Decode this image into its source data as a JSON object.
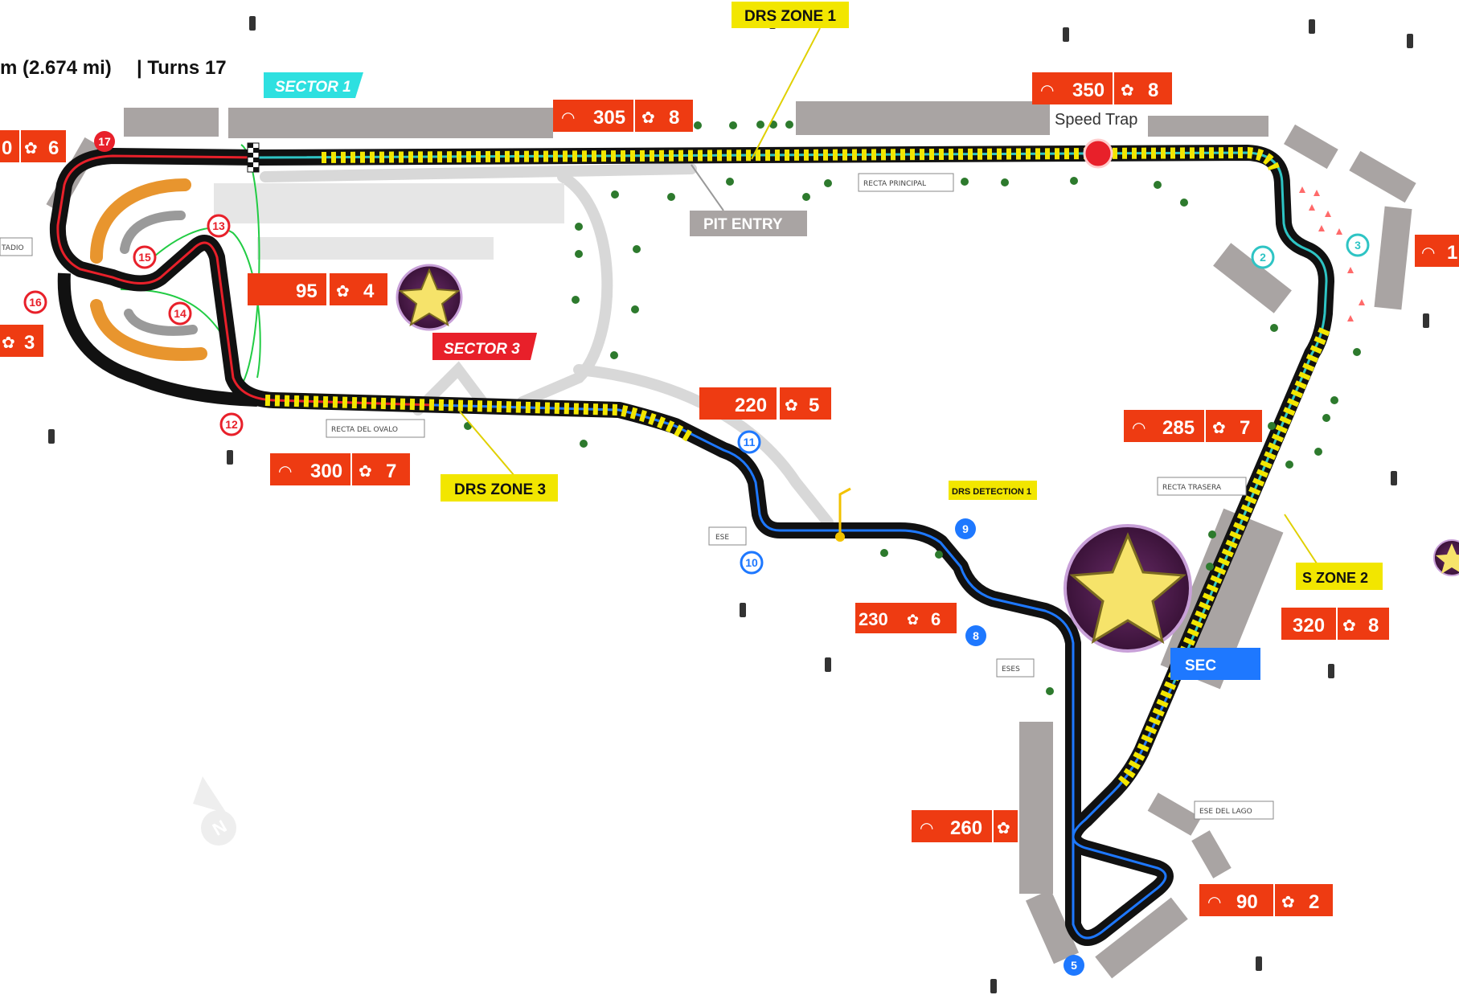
{
  "header": {
    "length_text": "m (2.674 mi)",
    "turns_text": "| Turns 17"
  },
  "sectors": {
    "s1": "SECTOR 1",
    "s2": "SEC",
    "s3": "SECTOR 3"
  },
  "drs": {
    "zone1": "DRS ZONE 1",
    "zone2": "S ZONE 2",
    "zone3": "DRS ZONE 3",
    "detection1": "DRS DETECTION 1"
  },
  "pit_entry": "PIT ENTRY",
  "speed_trap": "Speed Trap",
  "place_labels": {
    "recta_principal": "RECTA PRINCIPAL",
    "recta_ovalo": "RECTA DEL OVALO",
    "recta_trasera": "RECTA TRASERA",
    "ese_lago": "ESE DEL LAGO",
    "ese_a": "ESE",
    "ese_b": "ESES",
    "estadio": "TADIO"
  },
  "speed_boxes": [
    {
      "speed": "305",
      "gear": "8"
    },
    {
      "speed": "350",
      "gear": "8"
    },
    {
      "speed": "95",
      "gear": "4"
    },
    {
      "speed": "220",
      "gear": "5"
    },
    {
      "speed": "285",
      "gear": "7"
    },
    {
      "speed": "300",
      "gear": "7"
    },
    {
      "speed": "320",
      "gear": "8"
    },
    {
      "speed": "230",
      "gear": "6"
    },
    {
      "speed": "260",
      "gear": ""
    },
    {
      "speed": "90",
      "gear": "2"
    },
    {
      "speed": "0",
      "gear": "6"
    },
    {
      "speed": "",
      "gear": "3"
    },
    {
      "speed": "1",
      "gear": ""
    }
  ],
  "turns": [
    "2",
    "3",
    "5",
    "8",
    "9",
    "10",
    "11",
    "12",
    "13",
    "14",
    "15",
    "16",
    "17"
  ],
  "colors": {
    "track": "#111111",
    "sector1": "#2ec4c4",
    "sector2": "#1e78ff",
    "sector3": "#e8202a",
    "drs": "#f2e600",
    "badge": "#ee3b12",
    "stand": "#a9a4a3",
    "sector1_turn": "#2ec4c4",
    "sector2_turn": "#1e78ff",
    "sector3_turn": "#e8202a"
  }
}
